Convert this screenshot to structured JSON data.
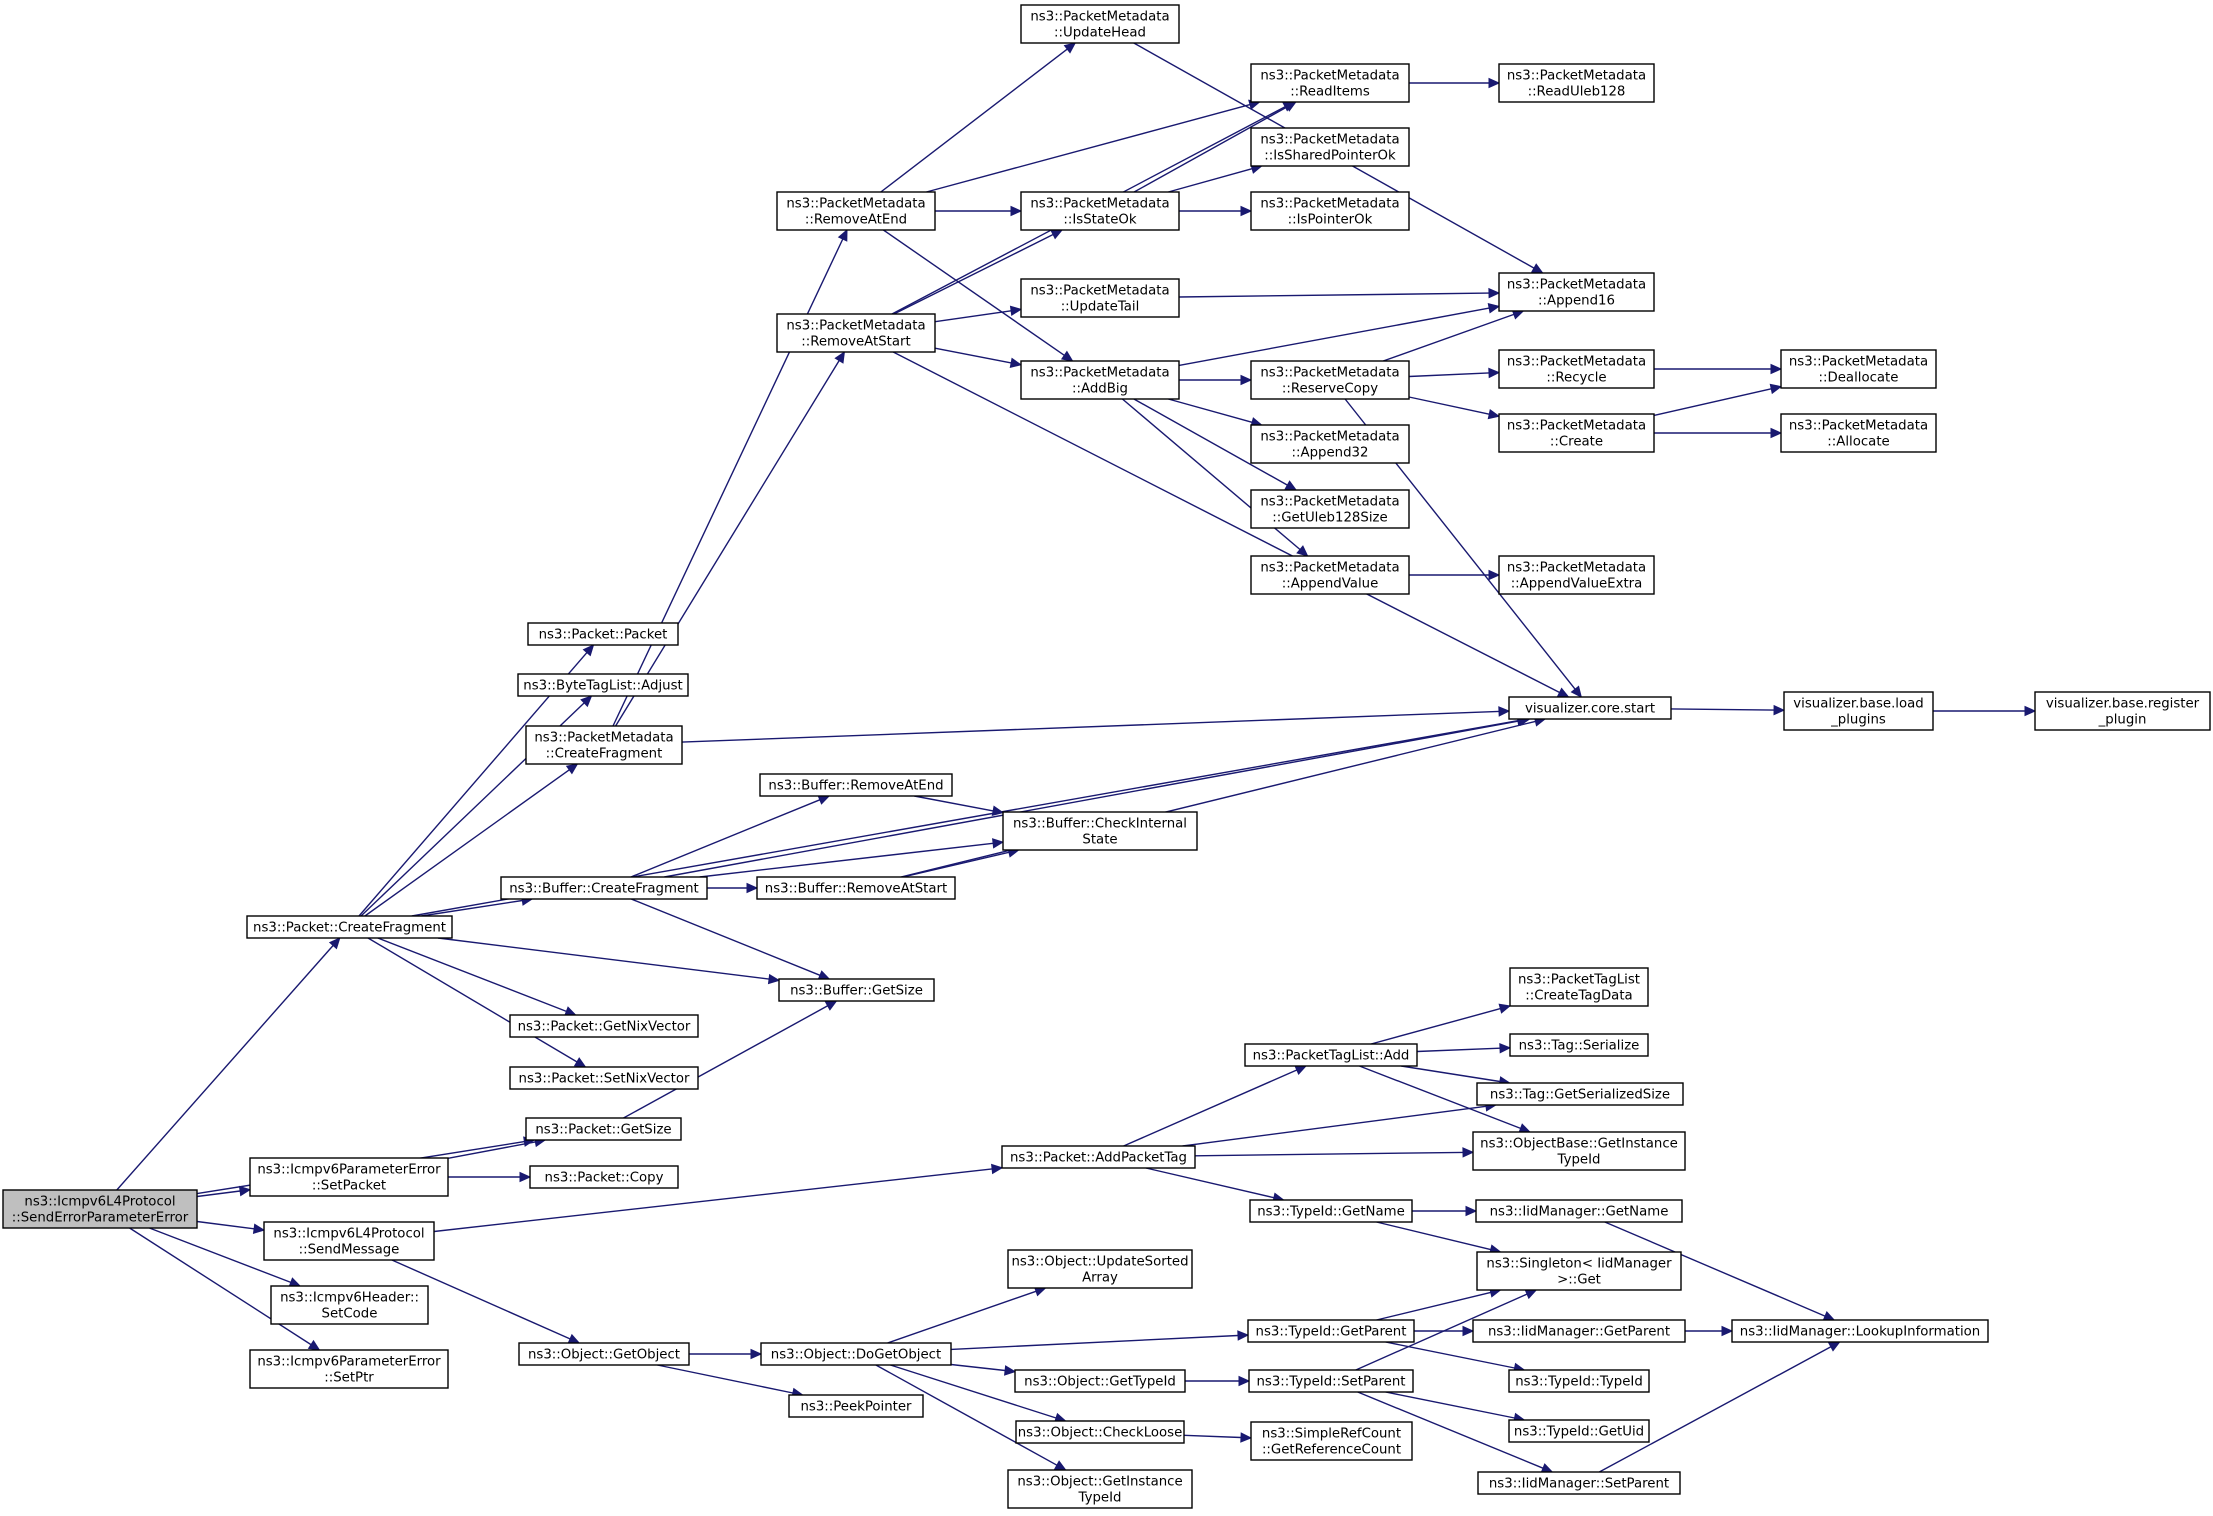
{
  "colors": {
    "edge": "#191970",
    "root_fill": "#bfbfbf",
    "node_fill": "#ffffff",
    "border": "#000000"
  },
  "nodes": [
    {
      "id": "root",
      "lines": [
        "ns3::Icmpv6L4Protocol",
        "::SendErrorParameterError"
      ],
      "root": true
    },
    {
      "id": "pkt_createfrag",
      "lines": [
        "ns3::Packet::CreateFragment"
      ]
    },
    {
      "id": "pkt_getsize",
      "lines": [
        "ns3::Packet::GetSize"
      ]
    },
    {
      "id": "ipe_setpacket",
      "lines": [
        "ns3::Icmpv6ParameterError",
        "::SetPacket"
      ]
    },
    {
      "id": "sendmessage",
      "lines": [
        "ns3::Icmpv6L4Protocol",
        "::SendMessage"
      ]
    },
    {
      "id": "hdr_setcode",
      "lines": [
        "ns3::Icmpv6Header::",
        "SetCode"
      ]
    },
    {
      "id": "ipe_setptr",
      "lines": [
        "ns3::Icmpv6ParameterError",
        "::SetPtr"
      ]
    },
    {
      "id": "pkt_packet",
      "lines": [
        "ns3::Packet::Packet"
      ]
    },
    {
      "id": "btl_adjust",
      "lines": [
        "ns3::ByteTagList::Adjust"
      ]
    },
    {
      "id": "pm_createfrag",
      "lines": [
        "ns3::PacketMetadata",
        "::CreateFragment"
      ]
    },
    {
      "id": "buf_createfrag",
      "lines": [
        "ns3::Buffer::CreateFragment"
      ]
    },
    {
      "id": "buf_getsize",
      "lines": [
        "ns3::Buffer::GetSize"
      ]
    },
    {
      "id": "pkt_getnix",
      "lines": [
        "ns3::Packet::GetNixVector"
      ]
    },
    {
      "id": "pkt_setnix",
      "lines": [
        "ns3::Packet::SetNixVector"
      ]
    },
    {
      "id": "pkt_copy",
      "lines": [
        "ns3::Packet::Copy"
      ]
    },
    {
      "id": "obj_getobject",
      "lines": [
        "ns3::Object::GetObject"
      ]
    },
    {
      "id": "pm_removeatend",
      "lines": [
        "ns3::PacketMetadata",
        "::RemoveAtEnd"
      ]
    },
    {
      "id": "pm_removeatstart",
      "lines": [
        "ns3::PacketMetadata",
        "::RemoveAtStart"
      ]
    },
    {
      "id": "buf_removeatend",
      "lines": [
        "ns3::Buffer::RemoveAtEnd"
      ]
    },
    {
      "id": "buf_removeatstart",
      "lines": [
        "ns3::Buffer::RemoveAtStart"
      ]
    },
    {
      "id": "pkt_addtag",
      "lines": [
        "ns3::Packet::AddPacketTag"
      ]
    },
    {
      "id": "obj_dogetobject",
      "lines": [
        "ns3::Object::DoGetObject"
      ]
    },
    {
      "id": "peekpointer",
      "lines": [
        "ns3::PeekPointer"
      ]
    },
    {
      "id": "pm_updatehead",
      "lines": [
        "ns3::PacketMetadata",
        "::UpdateHead"
      ]
    },
    {
      "id": "pm_isstateok",
      "lines": [
        "ns3::PacketMetadata",
        "::IsStateOk"
      ]
    },
    {
      "id": "pm_updatetail",
      "lines": [
        "ns3::PacketMetadata",
        "::UpdateTail"
      ]
    },
    {
      "id": "pm_addbig",
      "lines": [
        "ns3::PacketMetadata",
        "::AddBig"
      ]
    },
    {
      "id": "buf_checkinternal",
      "lines": [
        "ns3::Buffer::CheckInternal",
        "State"
      ]
    },
    {
      "id": "obj_updatesorted",
      "lines": [
        "ns3::Object::UpdateSorted",
        "Array"
      ]
    },
    {
      "id": "obj_gettypeid",
      "lines": [
        "ns3::Object::GetTypeId"
      ]
    },
    {
      "id": "obj_checkloose",
      "lines": [
        "ns3::Object::CheckLoose"
      ]
    },
    {
      "id": "obj_getinstance",
      "lines": [
        "ns3::Object::GetInstance",
        "TypeId"
      ]
    },
    {
      "id": "pm_readitems",
      "lines": [
        "ns3::PacketMetadata",
        "::ReadItems"
      ]
    },
    {
      "id": "pm_issharedptr",
      "lines": [
        "ns3::PacketMetadata",
        "::IsSharedPointerOk"
      ]
    },
    {
      "id": "pm_ispointerok",
      "lines": [
        "ns3::PacketMetadata",
        "::IsPointerOk"
      ]
    },
    {
      "id": "pm_reservecopy",
      "lines": [
        "ns3::PacketMetadata",
        "::ReserveCopy"
      ]
    },
    {
      "id": "pm_append32",
      "lines": [
        "ns3::PacketMetadata",
        "::Append32"
      ]
    },
    {
      "id": "pm_getuleb",
      "lines": [
        "ns3::PacketMetadata",
        "::GetUleb128Size"
      ]
    },
    {
      "id": "pm_appendvalue",
      "lines": [
        "ns3::PacketMetadata",
        "::AppendValue"
      ]
    },
    {
      "id": "ptl_add",
      "lines": [
        "ns3::PacketTagList::Add"
      ]
    },
    {
      "id": "tid_getname",
      "lines": [
        "ns3::TypeId::GetName"
      ]
    },
    {
      "id": "tid_getparent",
      "lines": [
        "ns3::TypeId::GetParent"
      ]
    },
    {
      "id": "tid_setparent",
      "lines": [
        "ns3::TypeId::SetParent"
      ]
    },
    {
      "id": "src_getref",
      "lines": [
        "ns3::SimpleRefCount",
        "::GetReferenceCount"
      ]
    },
    {
      "id": "vis_core_start",
      "lines": [
        "visualizer.core.start"
      ]
    },
    {
      "id": "pm_readuleb",
      "lines": [
        "ns3::PacketMetadata",
        "::ReadUleb128"
      ]
    },
    {
      "id": "pm_append16",
      "lines": [
        "ns3::PacketMetadata",
        "::Append16"
      ]
    },
    {
      "id": "pm_recycle",
      "lines": [
        "ns3::PacketMetadata",
        "::Recycle"
      ]
    },
    {
      "id": "pm_create",
      "lines": [
        "ns3::PacketMetadata",
        "::Create"
      ]
    },
    {
      "id": "pm_appendvalueextra",
      "lines": [
        "ns3::PacketMetadata",
        "::AppendValueExtra"
      ]
    },
    {
      "id": "ptl_createtagdata",
      "lines": [
        "ns3::PacketTagList",
        "::CreateTagData"
      ]
    },
    {
      "id": "tag_serialize",
      "lines": [
        "ns3::Tag::Serialize"
      ]
    },
    {
      "id": "tag_getsersize",
      "lines": [
        "ns3::Tag::GetSerializedSize"
      ]
    },
    {
      "id": "ob_getinstance",
      "lines": [
        "ns3::ObjectBase::GetInstance",
        "TypeId"
      ]
    },
    {
      "id": "idm_getname",
      "lines": [
        "ns3::IidManager::GetName"
      ]
    },
    {
      "id": "singleton_get",
      "lines": [
        "ns3::Singleton< IidManager",
        ">::Get"
      ]
    },
    {
      "id": "idm_getparent",
      "lines": [
        "ns3::IidManager::GetParent"
      ]
    },
    {
      "id": "tid_typeid",
      "lines": [
        "ns3::TypeId::TypeId"
      ]
    },
    {
      "id": "tid_getuid",
      "lines": [
        "ns3::TypeId::GetUid"
      ]
    },
    {
      "id": "idm_setparent",
      "lines": [
        "ns3::IidManager::SetParent"
      ]
    },
    {
      "id": "vis_loadplugins",
      "lines": [
        "visualizer.base.load",
        "_plugins"
      ]
    },
    {
      "id": "pm_deallocate",
      "lines": [
        "ns3::PacketMetadata",
        "::Deallocate"
      ]
    },
    {
      "id": "pm_allocate",
      "lines": [
        "ns3::PacketMetadata",
        "::Allocate"
      ]
    },
    {
      "id": "idm_lookup",
      "lines": [
        "ns3::IidManager::LookupInformation"
      ]
    },
    {
      "id": "vis_registerplugin",
      "lines": [
        "visualizer.base.register",
        "_plugin"
      ]
    }
  ]
}
